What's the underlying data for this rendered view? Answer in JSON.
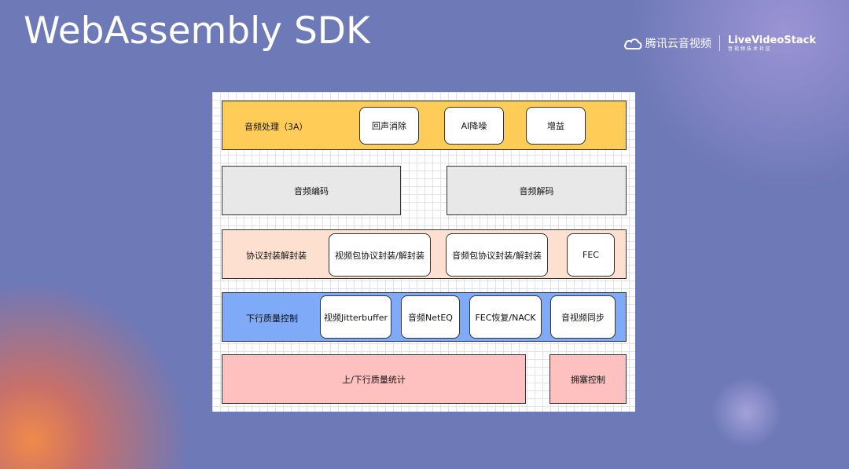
{
  "slide_title": "WebAssembly SDK",
  "logos": {
    "tencent_icon": "cloud-icon",
    "tencent_text": "腾讯云音视频",
    "lvs_main": "LiveVideoStack",
    "lvs_sub": "音视频技术社区"
  },
  "colors": {
    "audio_processing": "#ffcd57",
    "codec": "#e8e8e8",
    "protocol": "#fde0d0",
    "quality": "#7eaaf8",
    "stats": "#ffc0c0"
  },
  "diagram": {
    "audio_processing": {
      "label": "音频处理（3A）",
      "items": [
        "回声消除",
        "AI降噪",
        "增益"
      ]
    },
    "audio_encode": "音频编码",
    "audio_decode": "音频解码",
    "protocol": {
      "label": "协议封装解封装",
      "items": [
        "视频包协议封装/解封装",
        "音频包协议封装/解封装",
        "FEC"
      ]
    },
    "downlink_quality": {
      "label": "下行质量控制",
      "items": [
        "视频Jitterbuffer",
        "音频NetEQ",
        "FEC恢复/NACK",
        "音视频同步"
      ]
    },
    "quality_stats": "上/下行质量统计",
    "congestion_control": "拥塞控制"
  }
}
